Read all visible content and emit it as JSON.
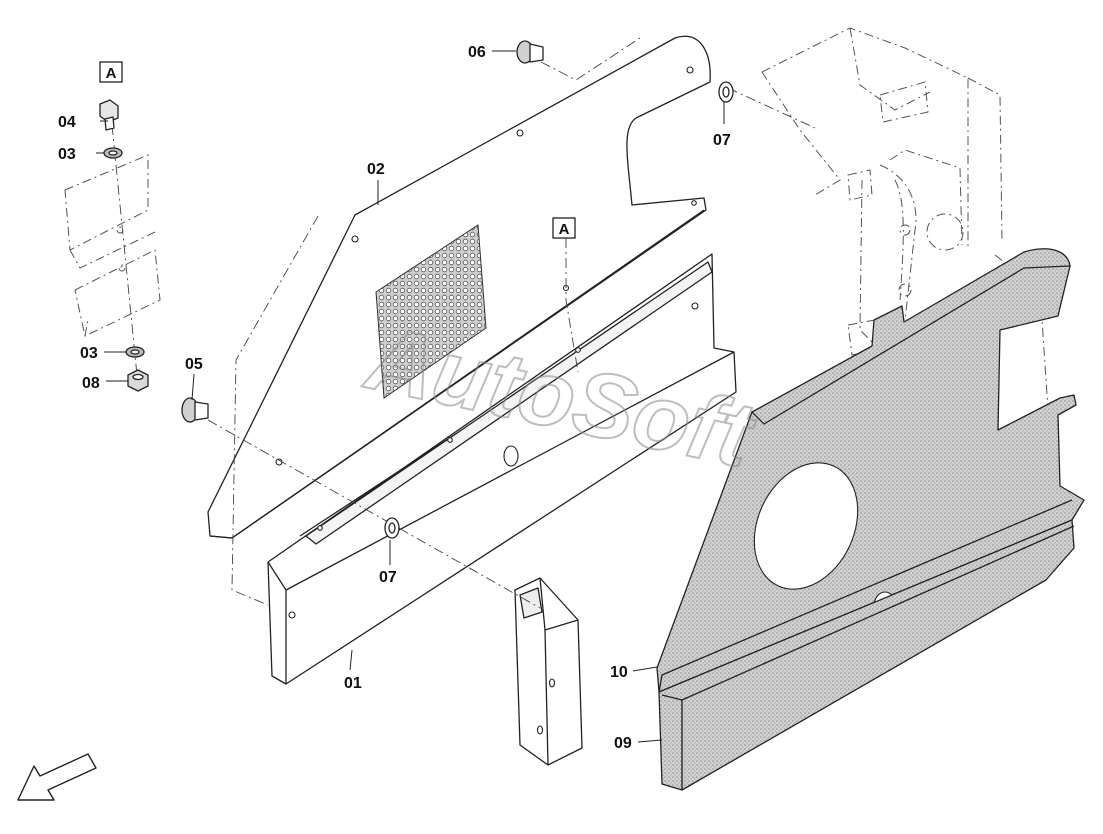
{
  "labels": {
    "p01": "01",
    "p02": "02",
    "p03a": "03",
    "p03b": "03",
    "p04": "04",
    "p05": "05",
    "p06": "06",
    "p07a": "07",
    "p07b": "07",
    "p08": "08",
    "p09": "09",
    "p10": "10",
    "refA1": "A",
    "refA2": "A"
  },
  "watermark": "AutoSoft",
  "colors": {
    "line": "#222222",
    "ghost": "#555555",
    "shading": "#bdbdbd",
    "mesh": "#7a7a7a",
    "paper": "#ffffff"
  },
  "icons": {
    "direction": "arrow-down-left-icon"
  }
}
